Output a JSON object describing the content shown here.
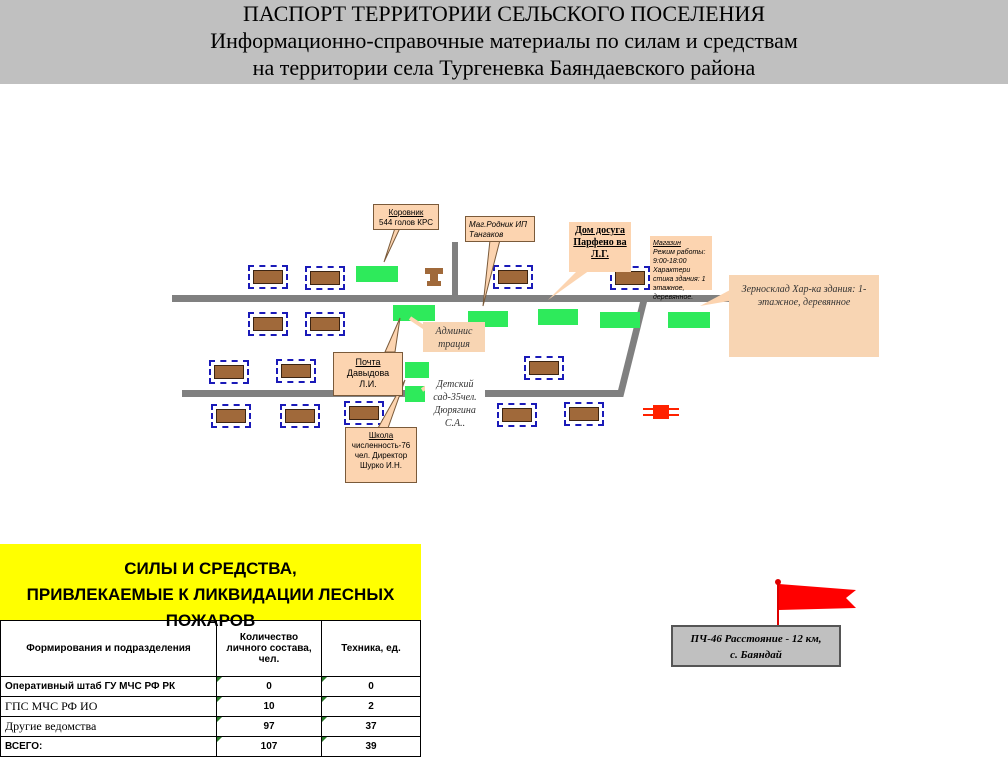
{
  "header": {
    "line1": "ПАСПОРТ ТЕРРИТОРИИ СЕЛЬСКОГО ПОСЕЛЕНИЯ",
    "line2": "Информационно-справочные материалы по силам и средствам",
    "line3": "на территории села Тургеневка Баяндаевского района"
  },
  "map": {
    "korovnik_title": "Коровник",
    "korovnik_text": "544 голов КРС",
    "magazin1_text": "Маг.Родник ИП Тангаков",
    "dom_title": "Дом досуга",
    "dom_text": "Парфено ва Л.Г.",
    "magazin2_title": "Магазин",
    "magazin2_text": "Режим работы: 9:00-18:00 Характери стика здания: 1 этажное, деревянное.",
    "zernosklad_text": "Зерносклад Хар-ка здания: 1-этажное, деревянное",
    "admin_text": "Админис трация",
    "pochta_title": "Почта",
    "pochta_text": "Давыдова Л.И.",
    "detsad_text": "Детский сад-35чел. Дюрягина С.А..",
    "shkola_title": "Школа",
    "shkola_text": "численность-76 чел. Директор Шурко И.Н."
  },
  "forces": {
    "title1": "СИЛЫ И СРЕДСТВА,",
    "title2": "ПРИВЛЕКАЕМЫЕ К ЛИКВИДАЦИИ ЛЕСНЫХ ПОЖАРОВ",
    "col1": "Формирования и подразделения",
    "col2": "Количество личного состава, чел.",
    "col3": "Техника, ед.",
    "rows": [
      {
        "name": "Оперативный штаб ГУ МЧС РФ РК",
        "people": "0",
        "tech": "0"
      },
      {
        "name": "ГПС МЧС РФ ИО",
        "people": "10",
        "tech": "2"
      },
      {
        "name": "Другие ведомства",
        "people": "97",
        "tech": "37"
      },
      {
        "name": "ВСЕГО:",
        "people": "107",
        "tech": "39"
      }
    ]
  },
  "pch": {
    "line1": "ПЧ-46 Расстояние - 12 км,",
    "line2": "с. Баяндай"
  },
  "colors": {
    "header_bg": "#c0c0c0",
    "building": "#a0693a",
    "green_area": "#2eea5b",
    "flag": "#ff0000",
    "table_title_bg": "#ffff00"
  }
}
